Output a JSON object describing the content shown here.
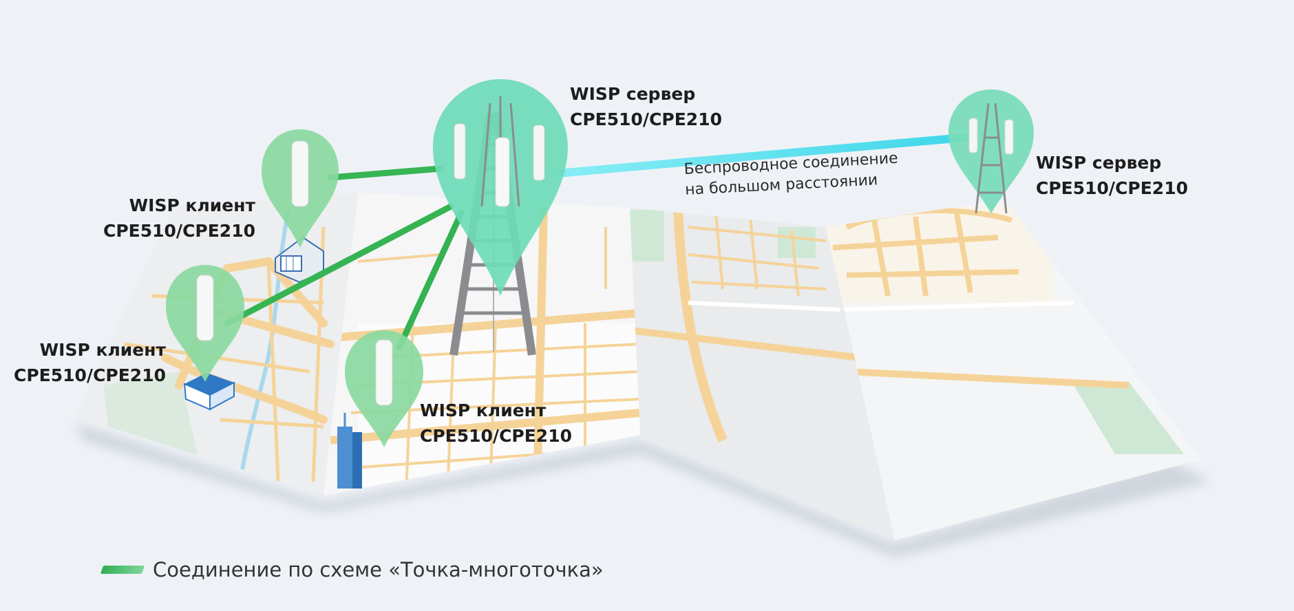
{
  "colors": {
    "background": "#eef2f7",
    "map_light": "#f4f5f6",
    "map_dark": "#e6e8ea",
    "road": "#f5cf8f",
    "park": "#cfe8d6",
    "river": "#9fd3ea",
    "pin": "#6fdcb5",
    "pin_client": "#8fdca2",
    "link_ptmp": "#33b555",
    "link_longrange": "#5ee7f0",
    "tower": "#8a8c8f"
  },
  "labels": {
    "server_center": {
      "line1": "WISP сервер",
      "line2": "CPE510/CPE210"
    },
    "server_right": {
      "line1": "WISP сервер",
      "line2": "CPE510/CPE210"
    },
    "client_top": {
      "line1": "WISP клиент",
      "line2": "CPE510/CPE210"
    },
    "client_middle": {
      "line1": "WISP клиент",
      "line2": "CPE510/CPE210"
    },
    "client_bottom": {
      "line1": "WISP клиент",
      "line2": "CPE510/CPE210"
    }
  },
  "long_range_link": {
    "line1": "Беспроводное соединение",
    "line2": "на большом расстоянии"
  },
  "legend": {
    "icon": "ptmp-link-swatch",
    "text": "Соединение по схеме «Точка-многоточка»"
  }
}
